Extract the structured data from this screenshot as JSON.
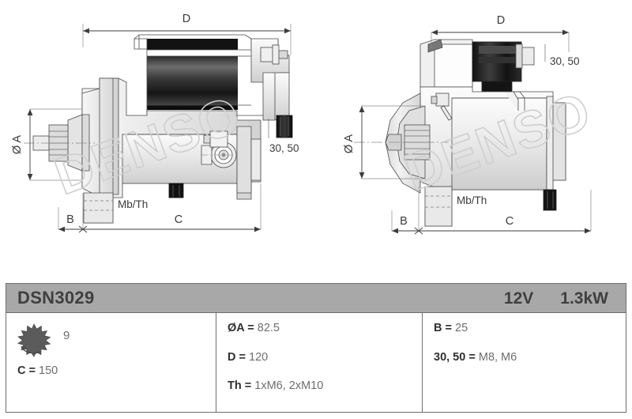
{
  "product": {
    "code": "DSN3029",
    "voltage": "12V",
    "power": "1.3kW"
  },
  "specs": {
    "teeth_count": "9",
    "teeth_icon": "gear-pinion-icon",
    "rotation_icon": "rotation-arrow-icon",
    "column1": [
      {
        "label": "C",
        "eq": " = ",
        "value": "150"
      }
    ],
    "column2": [
      {
        "label": "ØA",
        "eq": " = ",
        "value": "82.5"
      },
      {
        "label": "D",
        "eq": " = ",
        "value": "120"
      },
      {
        "label": "Th",
        "eq": " = ",
        "value": "1xM6, 2xM10"
      }
    ],
    "column3": [
      {
        "label": "B",
        "eq": " = ",
        "value": "25"
      },
      {
        "label": "30, 50",
        "eq": " = ",
        "value": "M8, M6"
      }
    ]
  },
  "drawing_left": {
    "dim_d": "D",
    "dim_a": "Ø A",
    "dim_b": "B",
    "dim_c": "C",
    "terminal_label": "30, 50",
    "mount_label": "Mb/Th",
    "watermark": "DENSO"
  },
  "drawing_right": {
    "dim_d": "D",
    "dim_a": "Ø A",
    "dim_b": "B",
    "dim_c": "C",
    "terminal_label": "30, 50",
    "mount_label": "Mb/Th",
    "watermark": "DENSO"
  },
  "colors": {
    "header_bg": "#a8a8a8",
    "border": "#6f6f6f",
    "label_text": "#303030",
    "value_text": "#6d6d6d",
    "line": "#4a4a4a",
    "body_fill": "#e8e8e8",
    "dark_fill": "#1b1b1b"
  }
}
